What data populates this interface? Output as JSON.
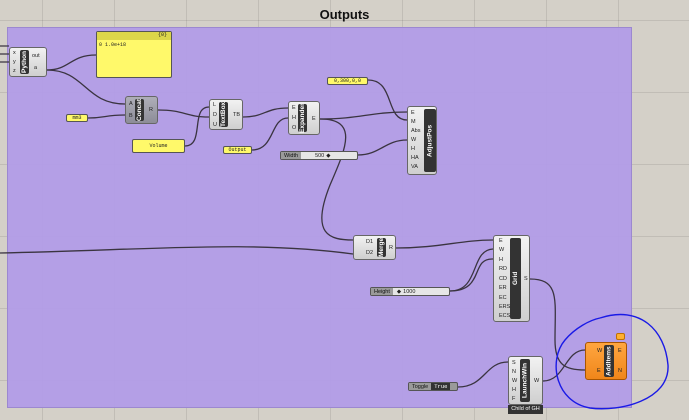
{
  "group_title": "Outputs",
  "python": {
    "name": "Python",
    "inputs": [
      "x",
      "y",
      "z"
    ],
    "outputs": [
      "out",
      "a"
    ]
  },
  "panel_result": {
    "header": "{0}",
    "index": "0",
    "value": "1.0e+18"
  },
  "concat": {
    "name": "Concat",
    "inputs": [
      "A",
      "B"
    ],
    "outputs": [
      "R"
    ]
  },
  "panel_mm3": "mm3",
  "panel_volume": "Volume",
  "textbox": {
    "name": "TextBox",
    "inputs": [
      "L",
      "D",
      "U"
    ],
    "outputs": [
      "TB"
    ]
  },
  "panel_output": "Output",
  "expander": {
    "name": "Expander",
    "inputs": [
      "E",
      "H",
      "O"
    ],
    "outputs": [
      "E"
    ]
  },
  "width_slider": {
    "label": "Width",
    "value": "500"
  },
  "panel_margin": "0,300,0,0",
  "adjustpos": {
    "name": "AdjustPos",
    "inputs": [
      "E",
      "M",
      "Abs",
      "W",
      "H",
      "HA",
      "VA"
    ]
  },
  "merge": {
    "name": "Merge",
    "inputs": [
      "D1",
      "D2"
    ],
    "outputs": [
      "R"
    ]
  },
  "grid_comp": {
    "name": "Grid",
    "inputs": [
      "E",
      "W",
      "H",
      "RD",
      "CD",
      "ER",
      "EC",
      "ERS",
      "ECS"
    ],
    "outputs": [
      "S"
    ]
  },
  "height_slider": {
    "label": "Height",
    "value": "1000"
  },
  "launchwin": {
    "name": "LaunchWin",
    "inputs": [
      "S",
      "N",
      "W",
      "H",
      "F"
    ],
    "outputs": [
      "W"
    ],
    "footer": "Child of GH"
  },
  "toggle": {
    "label": "Toggle",
    "value": "True"
  },
  "additems": {
    "name": "AddItems",
    "inputs": [
      "W",
      "E"
    ],
    "outputs": [
      "E",
      "N"
    ]
  },
  "colors": {
    "group": "#b29ce8",
    "panel": "#fff96a",
    "addItems": "#f0861a",
    "annotation": "#1a1ae6"
  }
}
